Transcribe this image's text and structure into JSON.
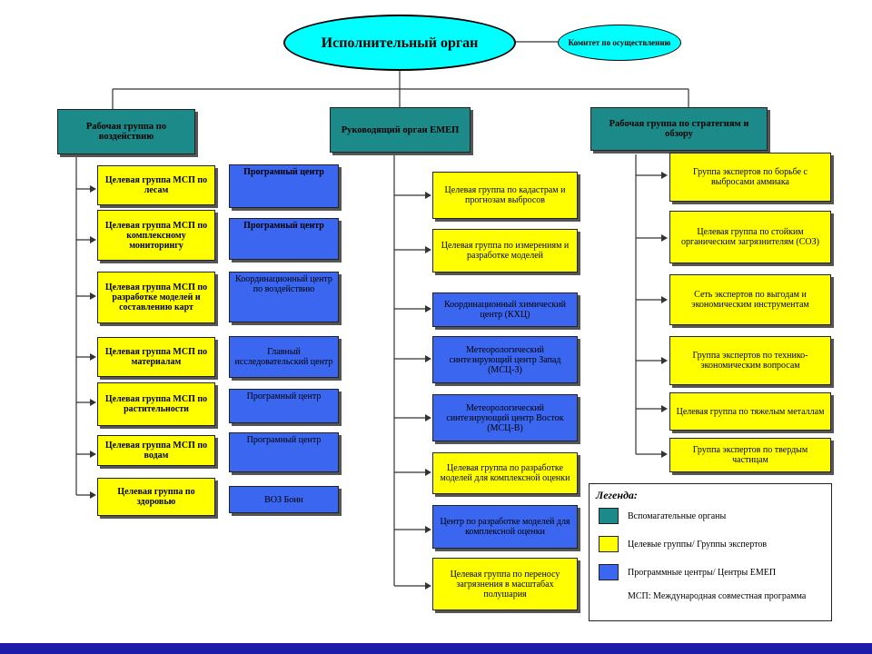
{
  "exec_body": "Исполнительный орган",
  "committee": "Комитет по осуществлению",
  "headers": {
    "left": "Рабочая группа по воздействию",
    "center": "Руководящий орган ЕМЕП",
    "right": "Рабочая группа по стратегиям и обзору"
  },
  "left_groups": [
    "Целевая группа МСП по лесам",
    "Целевая группа МСП по комплексному мониторингу",
    "Целевая группа МСП по разработке моделей и составлению карт",
    "Целевая группа МСП по материалам",
    "Целевая группа МСП по растительности",
    "Целевая группа МСП по водам",
    "Целевая группа по здоровью"
  ],
  "program_centers": [
    "Програмный центр",
    "Програмный центр",
    "Координационный центр по воздействию",
    "Главный исследовательский центр",
    "Програмный центр",
    "Програмный центр",
    "ВОЗ Бонн"
  ],
  "center_items": [
    "Целевая группа по кадастрам и прогнозам выбросов",
    "Целевая группа по измерениям и разработке моделей",
    "Координационный химический центр (КХЦ)",
    "Метеорологический синтезирующий центр Запад (МСЦ-З)",
    "Метеорологический синтезирующий центр Восток (МСЦ-В)",
    "Целевая группа по разработке моделей для комплексной оценки",
    "Центр по разработке моделей для комплексной оценки",
    "Целевая группа по переносу загрязнения в масштабах полушария"
  ],
  "right_items": [
    "Группа экспертов по борьбе с выбросами аммиака",
    "Целевая группа по стойким органическим загрязнителям (СОЗ)",
    "Сеть экспертов по выгодам и экономическим инструментам",
    "Группа экспертов по технико-экономическим вопросам",
    "Целевая группа по тяжелым металлам",
    "Группа экспертов по твердым частицам"
  ],
  "legend": {
    "title": "Легенда:",
    "items": [
      {
        "label": "Вспомагательные органы",
        "color": "#1b8a88"
      },
      {
        "label": "Целевые группы/ Группы экспертов",
        "color": "#ffff00"
      },
      {
        "label": "Программные центры/ Центры ЕМЕП",
        "color": "#3a66f0"
      }
    ],
    "note": "МСП: Международная совместная программа"
  },
  "colors": {
    "teal": "#1b8a88",
    "yellow": "#ffff00",
    "blue": "#3a66f0",
    "cyan": "#00ffff",
    "bar": "#1c1ca8"
  }
}
